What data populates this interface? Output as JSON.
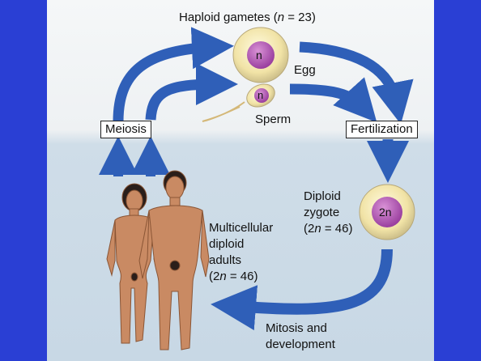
{
  "diagram": {
    "gametes_label_prefix": "Haploid gametes (",
    "gametes_label_var": "n",
    "gametes_label_suffix": " = 23)",
    "egg_label": "Egg",
    "egg_nucleus": "n",
    "sperm_label": "Sperm",
    "sperm_nucleus": "n",
    "meiosis_label": "Meiosis",
    "fertilization_label": "Fertilization",
    "zygote_line1": "Diploid",
    "zygote_line2": "zygote",
    "zygote_line3_prefix": "(2",
    "zygote_line3_var": "n",
    "zygote_line3_suffix": " = 46)",
    "zygote_nucleus": "2n",
    "adults_line1": "Multicellular",
    "adults_line2": "diploid",
    "adults_line3": "adults",
    "adults_line4_prefix": "(2",
    "adults_line4_var": "n",
    "adults_line4_suffix": " = 46)",
    "mitosis_line1": "Mitosis and",
    "mitosis_line2": "development"
  },
  "colors": {
    "background": "#2a3fd4",
    "arrow": "#2f5fb8",
    "cell_nucleus": "#b45bb8",
    "cell_body": "#f4eab8",
    "skin": "#c98a63"
  }
}
